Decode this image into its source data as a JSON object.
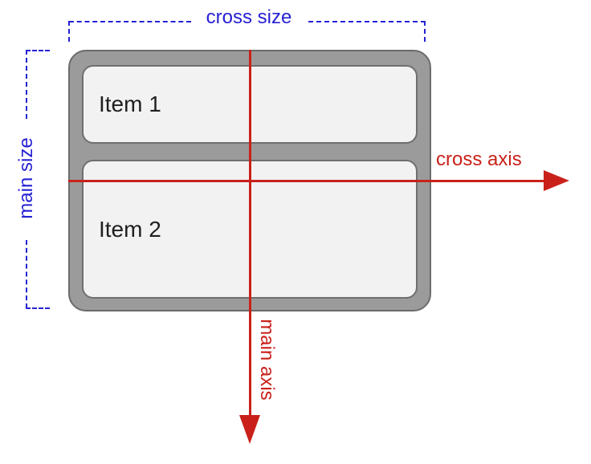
{
  "labels": {
    "cross_size": "cross size",
    "main_size": "main size",
    "cross_axis": "cross axis",
    "main_axis": "main axis"
  },
  "container": {
    "item1_label": "Item 1",
    "item2_label": "Item 2"
  },
  "colors": {
    "blue": "#2621d3",
    "red": "#c9211a",
    "container_fill": "#9b9b9b",
    "container_border": "#6b6b6b",
    "item_fill": "#f2f2f2",
    "item_border": "#6f6f6f"
  }
}
